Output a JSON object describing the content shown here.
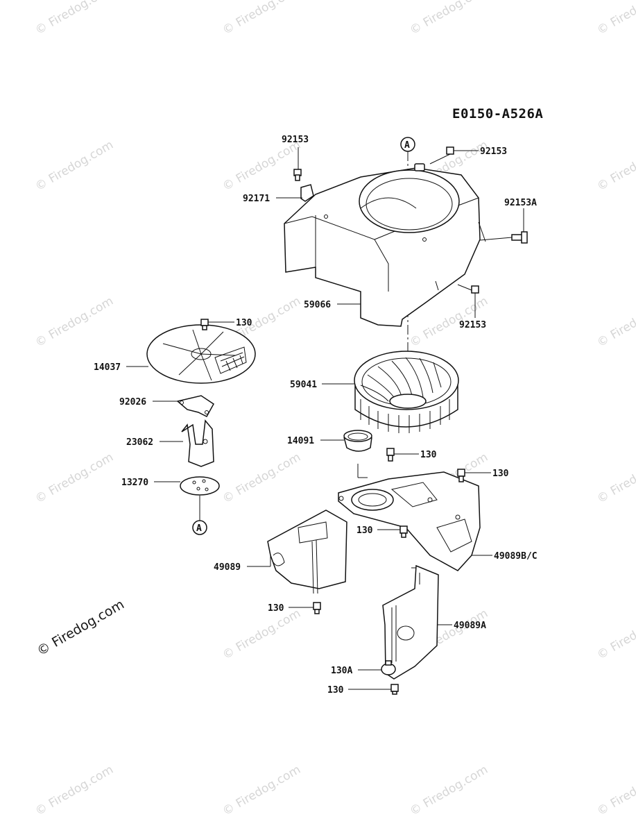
{
  "diagram_code": "E0150-A526A",
  "watermark_text": "© Firedog.com",
  "callout_letter": "A",
  "labels": {
    "l92153_top": "92153",
    "l92171": "92171",
    "l92153_right": "92153",
    "l92153A": "92153A",
    "l59066": "59066",
    "l92153_bottom": "92153",
    "l130_screen": "130",
    "l14037": "14037",
    "l92026": "92026",
    "l23062": "23062",
    "l13270": "13270",
    "l59041": "59041",
    "l14091": "14091",
    "l130_mid": "130",
    "l130_right": "130",
    "l130_plate": "130",
    "l49089BC": "49089B/C",
    "l49089": "49089",
    "l130_left": "130",
    "l49089A": "49089A",
    "l130A": "130A",
    "l130_bottom": "130"
  }
}
